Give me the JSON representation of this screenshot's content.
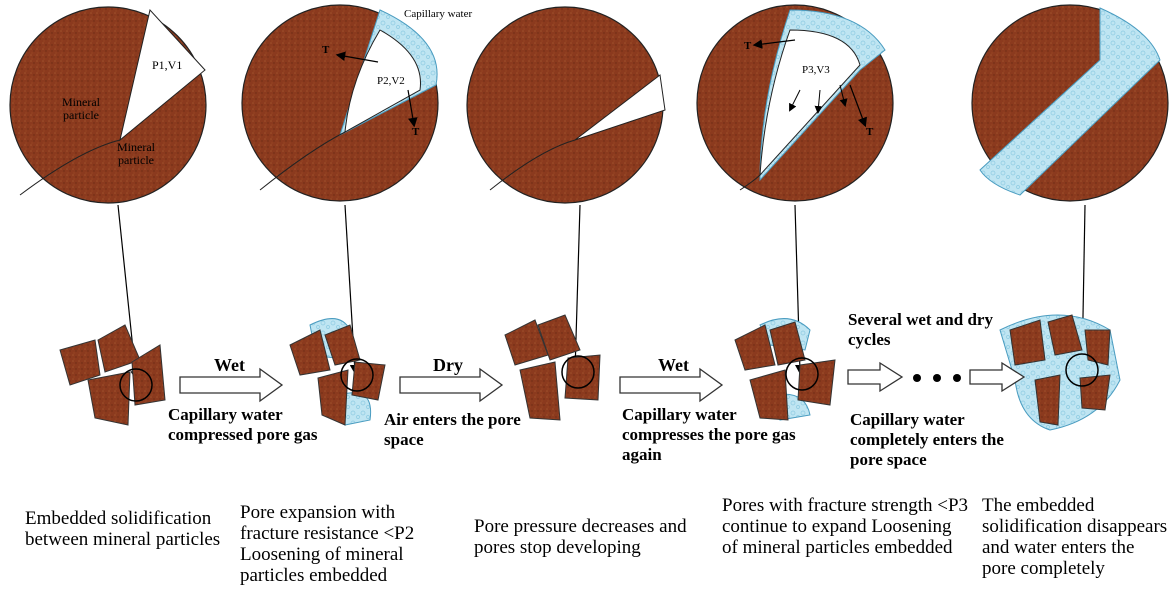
{
  "colors": {
    "particle": "#8B3A1E",
    "particle_dark": "#5a2510",
    "water": "#b9e2f0",
    "water_edge": "#6cb6d3",
    "pore_gas": "#ffffff"
  },
  "circle_labels": {
    "p1v1": "P1,V1",
    "mineral_particle": "Mineral particle",
    "capillary_water": "Capillary water",
    "p2v2": "P2,V2",
    "p3v3": "P3,V3",
    "tension": "T"
  },
  "transitions": [
    {
      "label": "Wet",
      "process": "Capillary water compressed pore gas"
    },
    {
      "label": "Dry",
      "process": "Air enters the pore space"
    },
    {
      "label": "Wet",
      "process": "Capillary water compresses the pore gas again"
    },
    {
      "label": "Several wet and dry cycles",
      "process": "Capillary water completely enters the pore space"
    }
  ],
  "stages": [
    {
      "caption": "Embedded solidification between mineral particles"
    },
    {
      "caption": "Pore expansion with fracture resistance <P2 Loosening of mineral particles embedded"
    },
    {
      "caption": "Pore pressure decreases and pores stop developing"
    },
    {
      "caption": "Pores with fracture strength <P3 continue to expand Loosening of mineral particles embedded"
    },
    {
      "caption": "The embedded solidification disappears and water enters the pore completely"
    }
  ]
}
